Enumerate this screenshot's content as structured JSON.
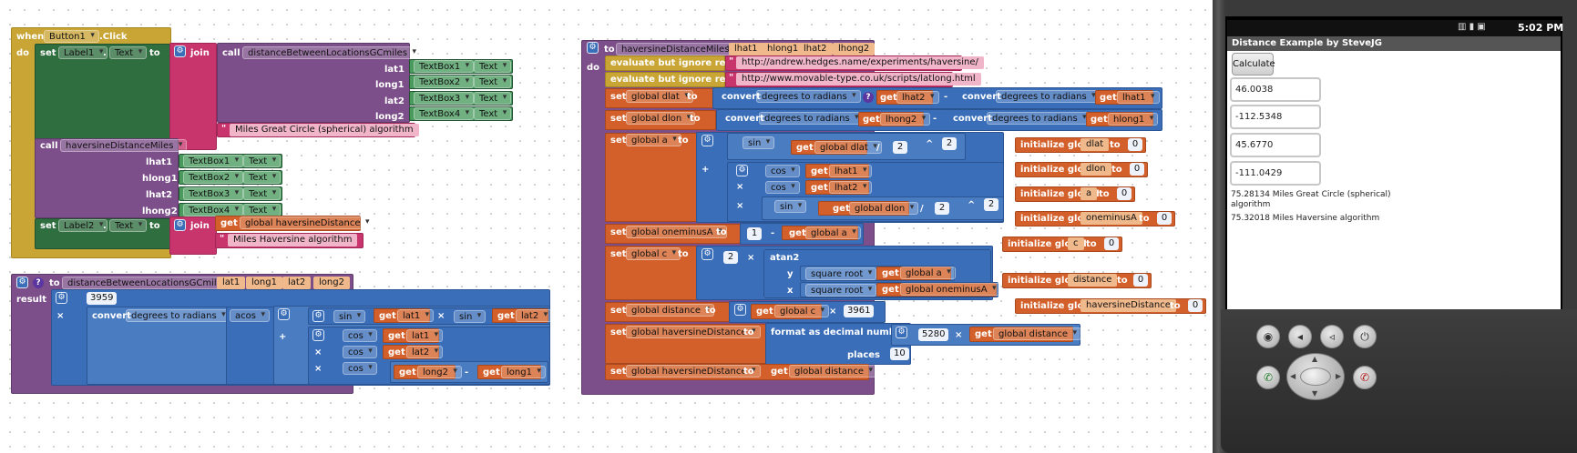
{
  "workspace": {
    "event": {
      "when": "when",
      "component": "Button1",
      "event_name": ".Click",
      "do": "do",
      "set1": {
        "set": "set",
        "component": "Label1",
        "dot": ".",
        "property": "Text",
        "to": "to",
        "join": "join",
        "call": "call",
        "proc": "distanceBetweenLocationsGCmiles",
        "args": [
          {
            "name": "lat1",
            "component": "TextBox1",
            "property": "Text"
          },
          {
            "name": "long1",
            "component": "TextBox2",
            "property": "Text"
          },
          {
            "name": "lat2",
            "component": "TextBox3",
            "property": "Text"
          },
          {
            "name": "long2",
            "component": "TextBox4",
            "property": "Text"
          }
        ],
        "string": "Miles   Great Circle (spherical) algorithm"
      },
      "call2": {
        "call": "call",
        "proc": "haversineDistanceMiles",
        "args": [
          {
            "name": "lhat1",
            "component": "TextBox1",
            "property": "Text"
          },
          {
            "name": "hlong1",
            "component": "TextBox2",
            "property": "Text"
          },
          {
            "name": "lhat2",
            "component": "TextBox3",
            "property": "Text"
          },
          {
            "name": "lhong2",
            "component": "TextBox4",
            "property": "Text"
          }
        ]
      },
      "set2": {
        "set": "set",
        "component": "Label2",
        "dot": ".",
        "property": "Text",
        "to": "to",
        "join": "join",
        "get": "get",
        "var": "global haversineDistance",
        "string": "Miles    Haversine algorithm"
      }
    },
    "gc_proc": {
      "to": "to",
      "name": "distanceBetweenLocationsGCmiles",
      "params": [
        "lat1",
        "long1",
        "lat2",
        "long2"
      ],
      "result": "result",
      "radius": "3959",
      "times": "×",
      "convert": "convert",
      "convert_mode": "degrees to radians",
      "acos": "acos",
      "plus": "+",
      "sin": "sin",
      "cos": "cos",
      "minus": "-",
      "get": "get",
      "lat1": "lat1",
      "lat2": "lat2",
      "long1": "long1",
      "long2": "long2"
    },
    "hav_proc": {
      "to": "to",
      "name": "haversineDistanceMiles",
      "params": [
        "lhat1",
        "hlong1",
        "lhat2",
        "lhong2"
      ],
      "do": "do",
      "eval1": "evaluate but ignore result",
      "url1": "http://andrew.hedges.name/experiments/haversine/",
      "eval2": "evaluate but ignore result",
      "url2": "http://www.movable-type.co.uk/scripts/latlong.html",
      "set": "set",
      "to_kw": "to",
      "get": "get",
      "convert": "convert",
      "convert_mode": "degrees to radians",
      "minus": "-",
      "plus": "+",
      "times": "×",
      "divide": "/",
      "power": "^",
      "sin": "sin",
      "cos": "cos",
      "atan2": "atan2",
      "y": "y",
      "x": "x",
      "square_root": "square root",
      "format": "format as decimal number",
      "places": "places",
      "g_dlat": "global dlat",
      "g_dlon": "global dlon",
      "g_a": "global a",
      "g_oneminusA": "global oneminusA",
      "g_c": "global c",
      "g_distance": "global distance",
      "g_haversine": "global haversineDistance",
      "p_lhat1": "lhat1",
      "p_lhat2": "lhat2",
      "p_hlong1": "hlong1",
      "p_lhong2": "lhong2",
      "n2": "2",
      "n1": "1",
      "n3961": "3961",
      "n5280": "5280",
      "n10": "10"
    },
    "globals": [
      {
        "label": "initialize global",
        "name": "dlat",
        "to": "to",
        "value": "0"
      },
      {
        "label": "initialize global",
        "name": "dlon",
        "to": "to",
        "value": "0"
      },
      {
        "label": "initialize global",
        "name": "a",
        "to": "to",
        "value": "0"
      },
      {
        "label": "initialize global",
        "name": "oneminusA",
        "to": "to",
        "value": "0"
      },
      {
        "label": "initialize global",
        "name": "c",
        "to": "to",
        "value": "0"
      },
      {
        "label": "initialize global",
        "name": "distance",
        "to": "to",
        "value": "0"
      },
      {
        "label": "initialize global",
        "name": "haversineDistance",
        "to": "to",
        "value": "0"
      }
    ]
  },
  "phone": {
    "time": "5:02 PM",
    "app_title": "Distance Example by SteveJG",
    "calc_button": "Calculate",
    "textboxes": [
      "46.0038",
      "-112.5348",
      "45.6770",
      "-111.0429"
    ],
    "label1": "75.28134 Miles     Great Circle (spherical) algorithm",
    "label2": "75.32018 Miles     Haversine algorithm"
  },
  "colors": {
    "control": "#c9a535",
    "text": "#c8346c",
    "component": "#2f6e3f",
    "procedure": "#7d4f8a",
    "math": "#3a6eb9",
    "variable": "#d3602a"
  }
}
